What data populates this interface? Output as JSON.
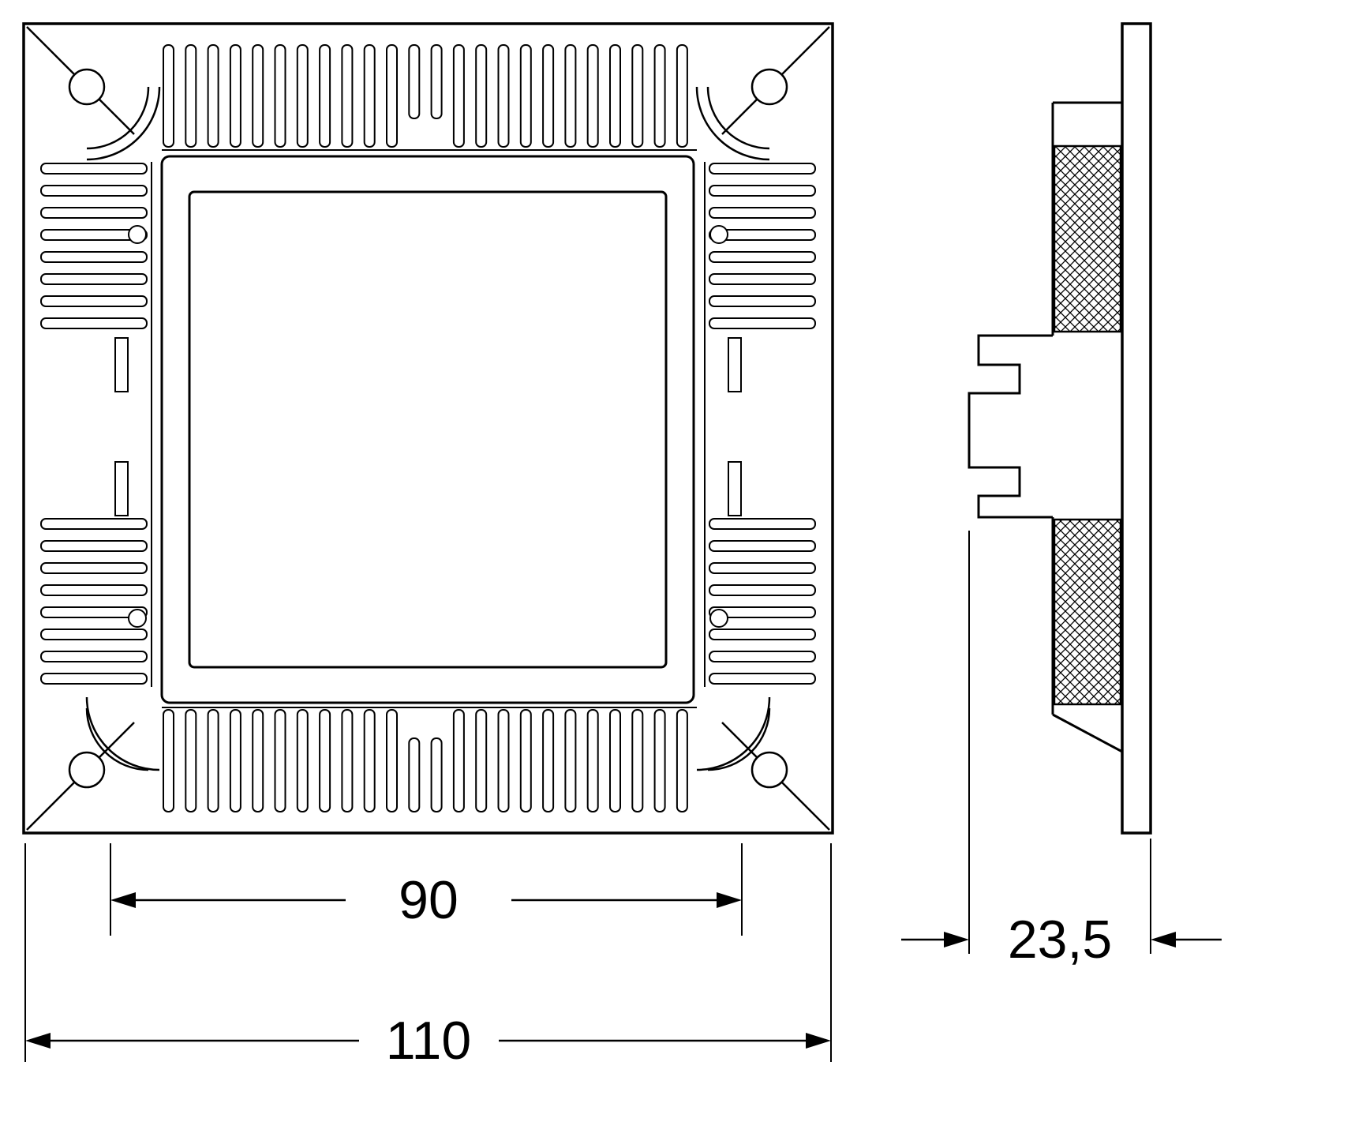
{
  "page": {
    "background_color": "#ffffff",
    "line_color": "#000000"
  },
  "dimensions": {
    "inner_width": "90",
    "outer_width": "110",
    "depth": "23,5"
  }
}
